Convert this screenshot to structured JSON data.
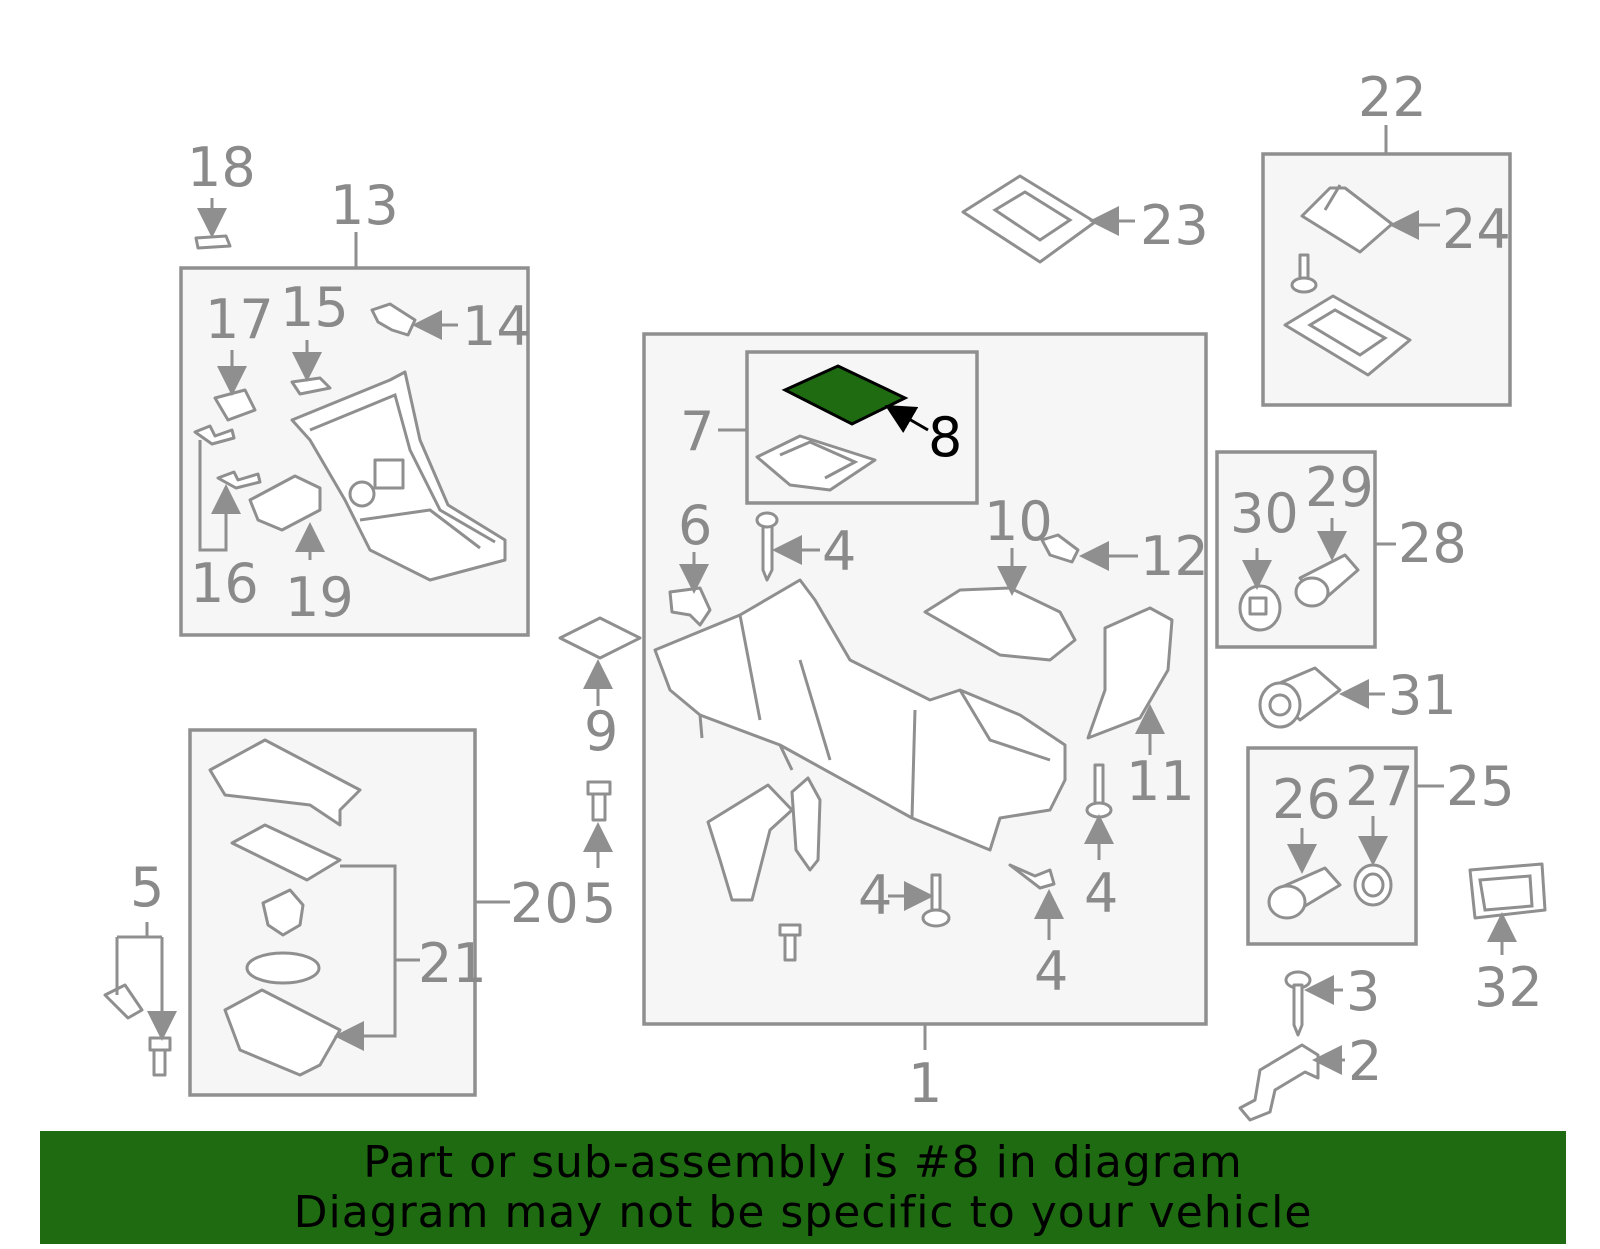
{
  "callouts": {
    "c1": "1",
    "c2": "2",
    "c3": "3",
    "c4a": "4",
    "c4b": "4",
    "c4c": "4",
    "c4d": "4",
    "c5a": "5",
    "c5b": "5",
    "c6": "6",
    "c7": "7",
    "c8": "8",
    "c9": "9",
    "c10": "10",
    "c11": "11",
    "c12": "12",
    "c13": "13",
    "c14": "14",
    "c15": "15",
    "c16": "16",
    "c17": "17",
    "c18": "18",
    "c19": "19",
    "c20": "20",
    "c21": "21",
    "c22": "22",
    "c23": "23",
    "c24": "24",
    "c25": "25",
    "c26": "26",
    "c27": "27",
    "c28": "28",
    "c29": "29",
    "c30": "30",
    "c31": "31",
    "c32": "32"
  },
  "banner": {
    "line1": "Part or sub-assembly is #8 in diagram",
    "line2": "Diagram may not be specific to your vehicle"
  },
  "colors": {
    "highlight": "#1e6b12",
    "outline": "#8f8f8f",
    "banner": "#1e6b12"
  }
}
